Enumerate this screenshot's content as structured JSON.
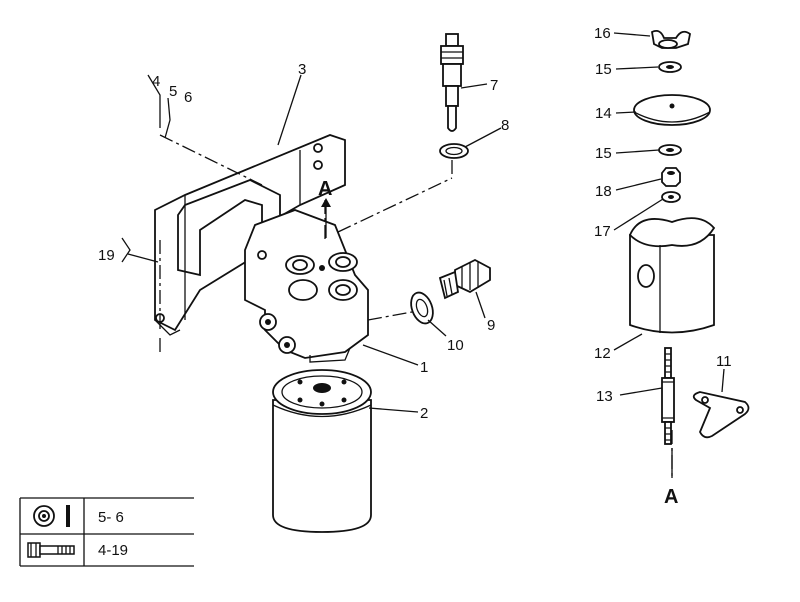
{
  "callouts": {
    "c1": "1",
    "c2": "2",
    "c3": "3",
    "c4": "4",
    "c5": "5",
    "c6": "6",
    "c7": "7",
    "c8": "8",
    "c9": "9",
    "c10": "10",
    "c11": "11",
    "c12": "12",
    "c13": "13",
    "c14": "14",
    "c15a": "15",
    "c15b": "15",
    "c16": "16",
    "c17": "17",
    "c18": "18",
    "c19": "19"
  },
  "markers": {
    "a_top": "A",
    "a_bottom": "A"
  },
  "legend": {
    "rows": [
      {
        "icon": "washer-icon",
        "value": "5- 6"
      },
      {
        "icon": "bolt-icon",
        "value": "4-19"
      }
    ]
  }
}
